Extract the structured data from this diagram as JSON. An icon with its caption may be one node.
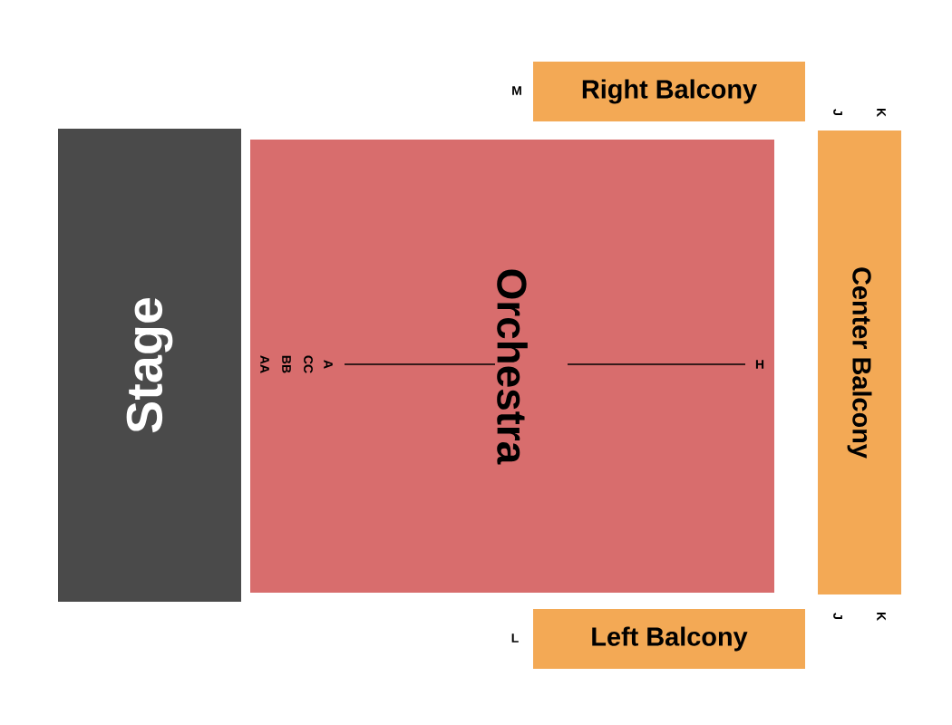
{
  "diagram": {
    "nodes": [
      {
        "text": [
          "Stage"
        ]
      },
      {
        "text": [
          "Orchestra"
        ]
      },
      {
        "text": [
          "Right Balcony"
        ]
      },
      {
        "text": [
          "Center Balcony"
        ]
      },
      {
        "text": [
          "Left Balcony"
        ]
      }
    ],
    "labels": [
      "M",
      "J",
      "K",
      "A",
      "CC",
      "BB",
      "AA",
      "H",
      "L",
      "J",
      "K"
    ]
  }
}
